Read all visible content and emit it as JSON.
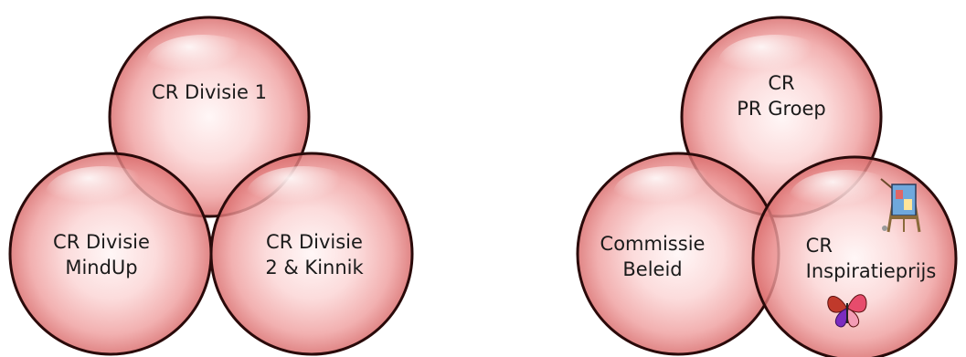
{
  "diagrams": [
    {
      "circles": [
        {
          "id": "top",
          "lines": [
            "CR Divisie 1"
          ]
        },
        {
          "id": "left",
          "lines": [
            "CR Divisie",
            "MindUp"
          ]
        },
        {
          "id": "right",
          "lines": [
            "CR Divisie",
            "2 & Kinnik"
          ]
        }
      ]
    },
    {
      "circles": [
        {
          "id": "top",
          "lines": [
            "CR",
            "PR Groep"
          ]
        },
        {
          "id": "left",
          "lines": [
            "Commissie",
            "Beleid"
          ]
        },
        {
          "id": "right",
          "lines": [
            "CR",
            "Inspiratieprijs"
          ]
        }
      ],
      "decorations": [
        "easel-painting-icon",
        "butterfly-icon"
      ]
    }
  ],
  "colors": {
    "fill_center": "#fde2e2",
    "fill_edge": "#e98a8a",
    "stroke": "#2a0a0a",
    "text": "#1a1a1a"
  }
}
